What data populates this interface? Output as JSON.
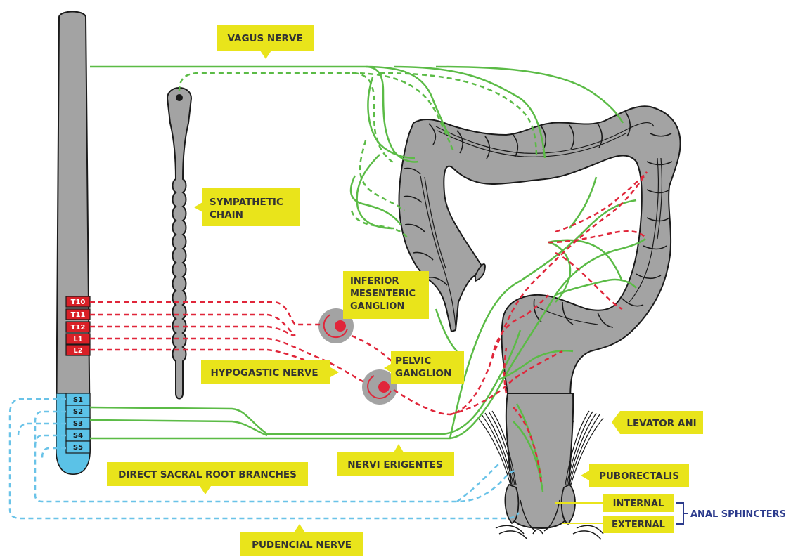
{
  "colors": {
    "organ_gray": "#a3a3a3",
    "outline": "#1a1a1a",
    "green_nerve": "#5bbb46",
    "red_nerve": "#e0263a",
    "blue_nerve": "#6ac3e8",
    "thoracolumbar_segment": "#d92027",
    "sacral_segment": "#5bc2e7",
    "label_background": "#e9e41b",
    "label_text": "#333333",
    "bracket_text": "#2b3a8c"
  },
  "spinal_cord": {
    "thoracolumbar_segments": [
      "T10",
      "T11",
      "T12",
      "L1",
      "L2"
    ],
    "sacral_segments": [
      "S1",
      "S2",
      "S3",
      "S4",
      "S5"
    ]
  },
  "labels": {
    "vagus_nerve": "VAGUS NERVE",
    "sympathetic_chain": [
      "SYMPATHETIC",
      "CHAIN"
    ],
    "inferior_mesenteric_ganglion": [
      "INFERIOR",
      "MESENTERIC",
      "GANGLION"
    ],
    "pelvic_ganglion": [
      "PELVIC",
      "GANGLION"
    ],
    "hypogastic_nerve": "HYPOGASTIC NERVE",
    "levator_ani": "LEVATOR ANI",
    "nervi_erigentes": "NERVI ERIGENTES",
    "direct_sacral_root_branches": "DIRECT SACRAL ROOT BRANCHES",
    "puborectalis": "PUBORECTALIS",
    "internal": "INTERNAL",
    "external": "EXTERNAL",
    "anal_sphincters": "ANAL SPHINCTERS",
    "pudencial_nerve": "PUDENCIAL NERVE"
  }
}
